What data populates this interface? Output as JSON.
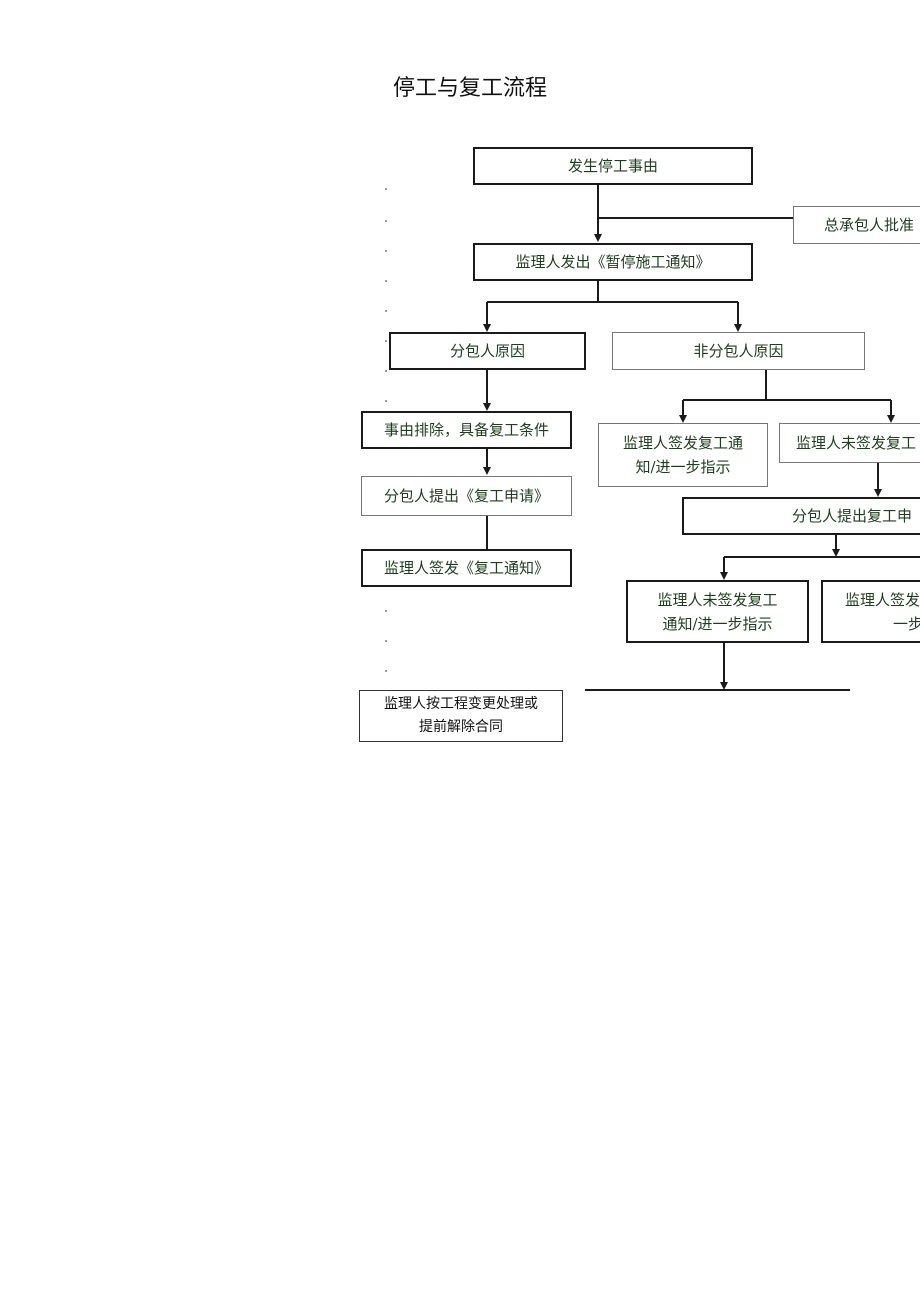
{
  "page": {
    "title": "停工与复工流程"
  },
  "nodes": {
    "start": "发生停工事由",
    "approval": "总承包人批准",
    "notice": "监理人发出《暂停施工通知》",
    "sub_cause": "分包人原因",
    "nonsub_cause": "非分包人原因",
    "eliminate": "事由排除，具备复工条件",
    "sub_request": "分包人提出《复工申请》",
    "issue_resume": "监理人签发《复工通知》",
    "issue_resume_instr_1": "监理人签发复工通",
    "issue_resume_instr_2": "知/进一步指示",
    "not_issue_resume": "监理人未签发复工",
    "sub_request_resume": "分包人提出复工申",
    "not_issue_instr_1": "监理人未签发复工",
    "not_issue_instr_2": "通知/进一步指示",
    "issue_partial_1": "监理人签发",
    "issue_partial_2": "一步",
    "change_1": "监理人按工程变更处理或",
    "change_2": "提前解除合同"
  }
}
